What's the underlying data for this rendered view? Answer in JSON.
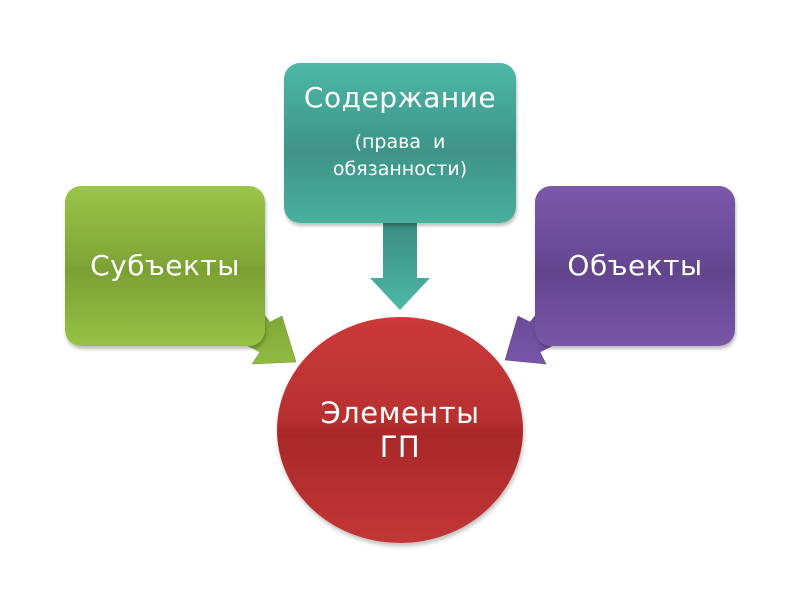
{
  "diagram": {
    "center": {
      "line1": "Элементы",
      "line2": "ГП",
      "color": "#b83030"
    },
    "top": {
      "title": "Содержание",
      "subtitle_line1": "(права  и",
      "subtitle_line2": "обязанности)",
      "color": "#45a596"
    },
    "left": {
      "title": "Субъекты",
      "color": "#8cb53f"
    },
    "right": {
      "title": "Объекты",
      "color": "#6e4f9c"
    },
    "arrows": [
      {
        "from": "Содержание",
        "to": "Элементы ГП",
        "direction": "down"
      },
      {
        "from": "Субъекты",
        "to": "Элементы ГП",
        "direction": "down-right"
      },
      {
        "from": "Объекты",
        "to": "Элементы ГП",
        "direction": "down-left"
      }
    ]
  }
}
